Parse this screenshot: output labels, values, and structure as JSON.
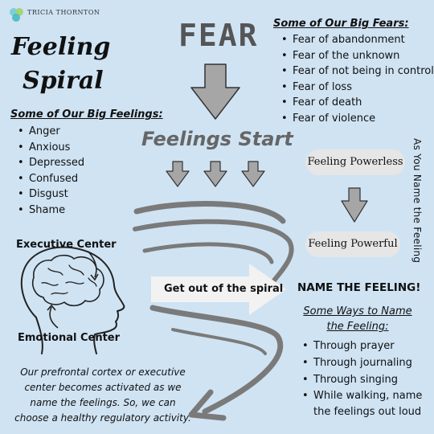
{
  "brand": {
    "name": "TRICIA THORNTON"
  },
  "title": {
    "line1": "Feeling",
    "line2": "Spiral"
  },
  "fear_label": "FEAR",
  "big_fears": {
    "heading": "Some of Our Big Fears:",
    "items": [
      "Fear of abandonment",
      "Fear of the unknown",
      "Fear of not being in control",
      "Fear of loss",
      "Fear of death",
      "Fear of violence"
    ]
  },
  "big_feelings": {
    "heading": "Some of Our Big Feelings:",
    "items": [
      "Anger",
      "Anxious",
      "Depressed",
      "Confused",
      "Disgust",
      "Shame"
    ]
  },
  "feelings_start": "Feelings Start",
  "feeling_powerless": "Feeling Powerless",
  "feeling_powerful": "Feeling Powerful",
  "name_the_feeling_side": "As You Name the Feeling",
  "brain": {
    "executive": "Executive Center",
    "emotional": "Emotional Center"
  },
  "spiral_exit": "Get out of the spiral",
  "name_the_feeling": "NAME THE FEELING!",
  "ways": {
    "heading_line1": "Some Ways to Name",
    "heading_line2": "the Feeling:",
    "items": [
      "Through prayer",
      "Through journaling",
      "Through singing",
      "While walking, name the feelings out loud"
    ]
  },
  "footer_text": {
    "line1": "Our prefrontal cortex or executive",
    "line2": "center becomes activated as we",
    "line3": "name the feelings.  So, we can",
    "line4": "choose a healthy regulatory activity."
  },
  "colors": {
    "background": "#cfe3f3",
    "arrow_fill": "#a6a6a6",
    "pill": "#e6e6e6",
    "spiral": "#7a7a7a"
  }
}
